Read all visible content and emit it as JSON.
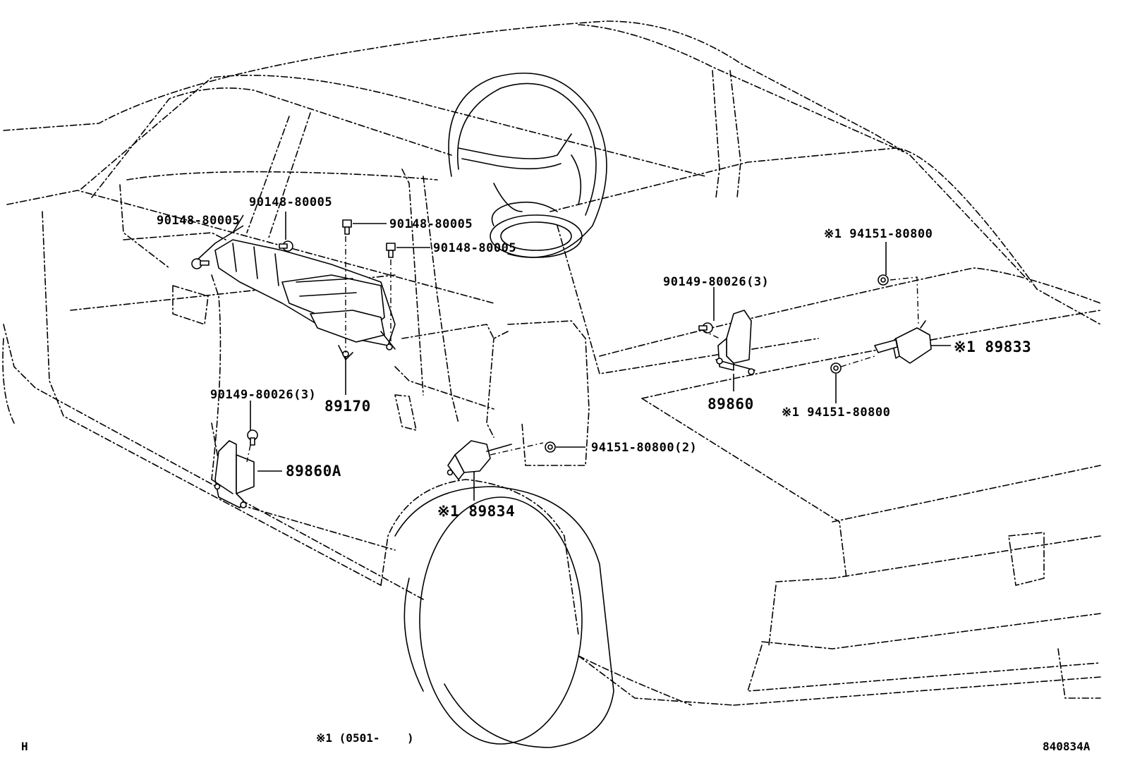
{
  "labels": {
    "bolt_a": "90148-80005",
    "bolt_b": "90148-80005",
    "bolt_c": "90148-80005",
    "bolt_d": "90148-80005",
    "bolt_left_lower": "90149-80026(3)",
    "bolt_right": "90149-80026(3)",
    "nut_top": "※1 94151-80800",
    "nut_mid": "※1 94151-80800",
    "nut_front": "94151-80800(2)",
    "part_89170": "89170",
    "part_89860": "89860",
    "part_89860a": "89860A",
    "part_89833": "※1 89833",
    "part_89834": "※1 89834"
  },
  "footer": {
    "left_code": "H",
    "footnote": "※1 (0501-    )",
    "diagram_id": "840834A"
  }
}
